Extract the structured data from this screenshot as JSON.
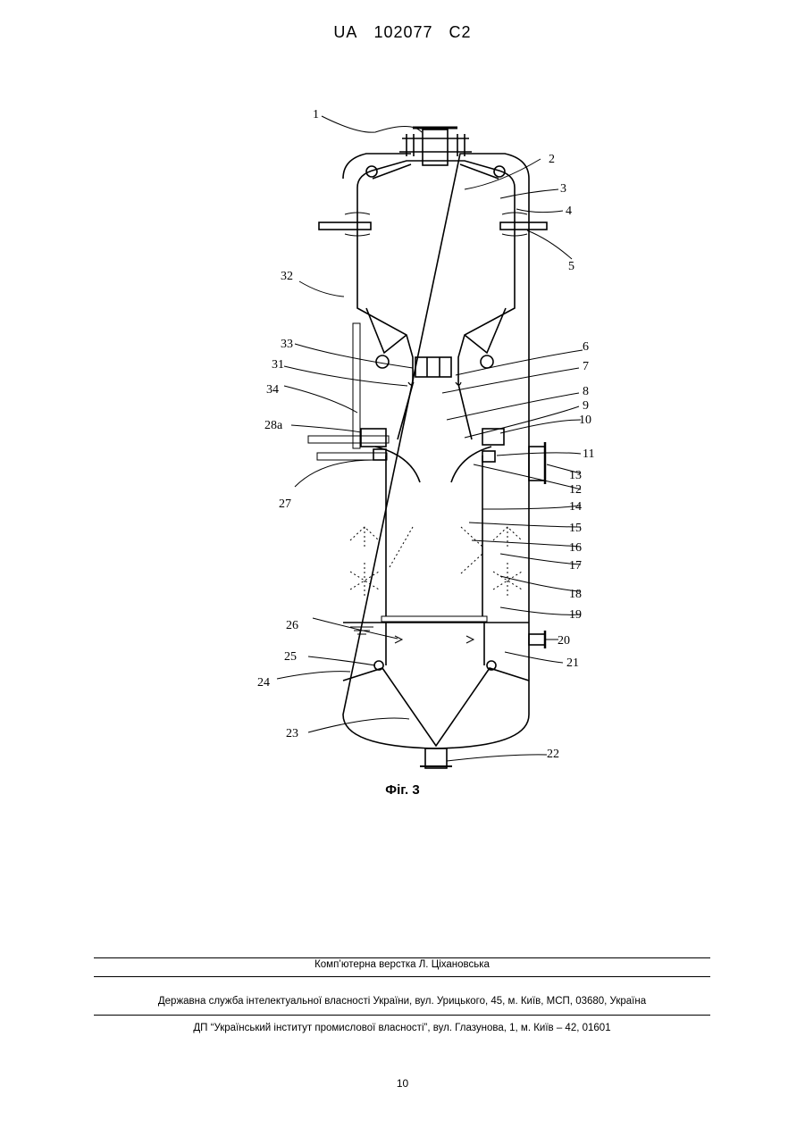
{
  "header": {
    "country": "UA",
    "number": "102077",
    "kind": "C2"
  },
  "figure": {
    "caption": "Фіг. 3",
    "labels": [
      "1",
      "2",
      "3",
      "4",
      "5",
      "32",
      "33",
      "6",
      "31",
      "7",
      "34",
      "8",
      "9",
      "28а",
      "10",
      "11",
      "13",
      "12",
      "27",
      "14",
      "15",
      "16",
      "17",
      "18",
      "19",
      "26",
      "20",
      "25",
      "21",
      "24",
      "23",
      "22"
    ]
  },
  "footer": {
    "layout": "Комп’ютерна верстка Л. Ціхановська",
    "agency": "Державна служба інтелектуальної власності України, вул. Урицького, 45, м. Київ, МСП, 03680, Україна",
    "institute": "ДП “Український інститут промислової власності”, вул. Глазунова, 1, м. Київ – 42, 01601",
    "page": "10"
  }
}
